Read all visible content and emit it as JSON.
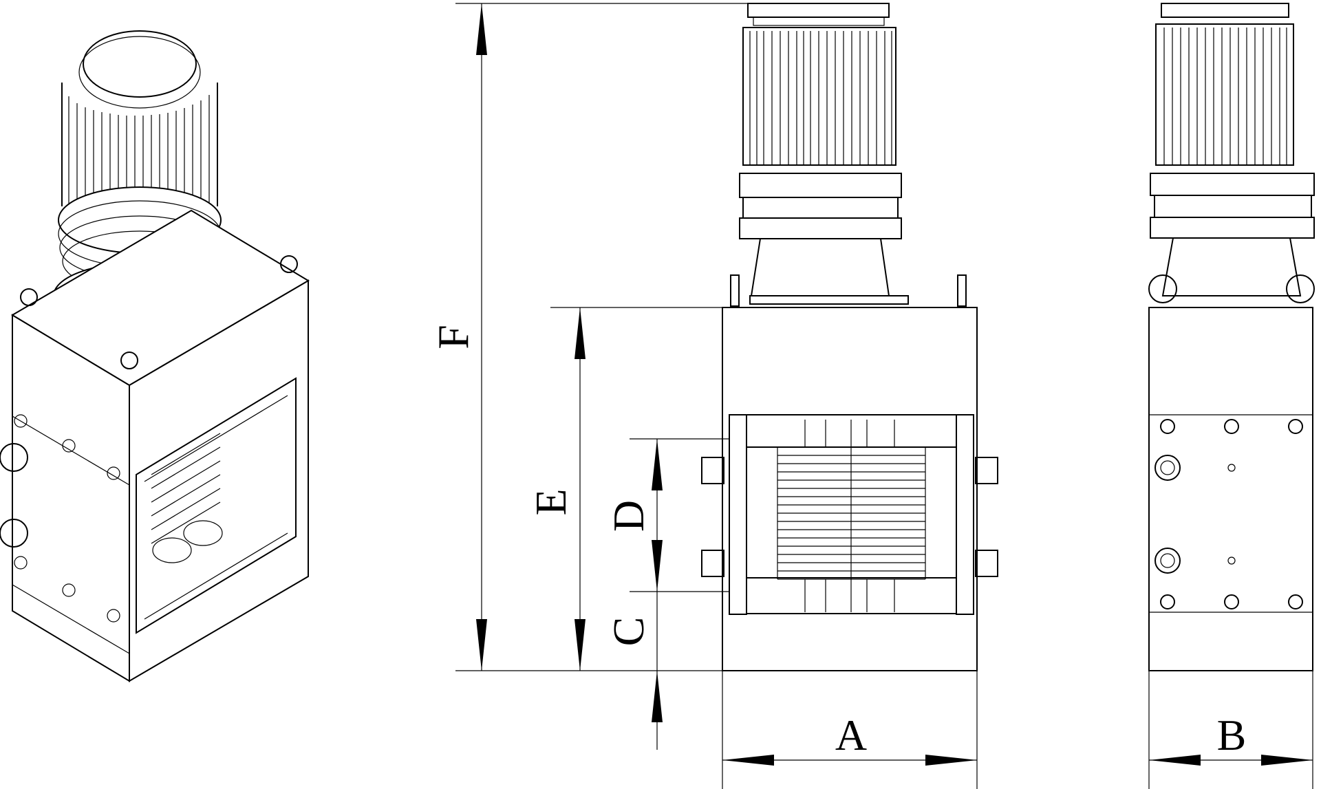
{
  "dimensions": {
    "A": "A",
    "B": "B",
    "C": "C",
    "D": "D",
    "E": "E",
    "F": "F"
  },
  "colors": {
    "line": "#000000",
    "background": "#ffffff"
  }
}
